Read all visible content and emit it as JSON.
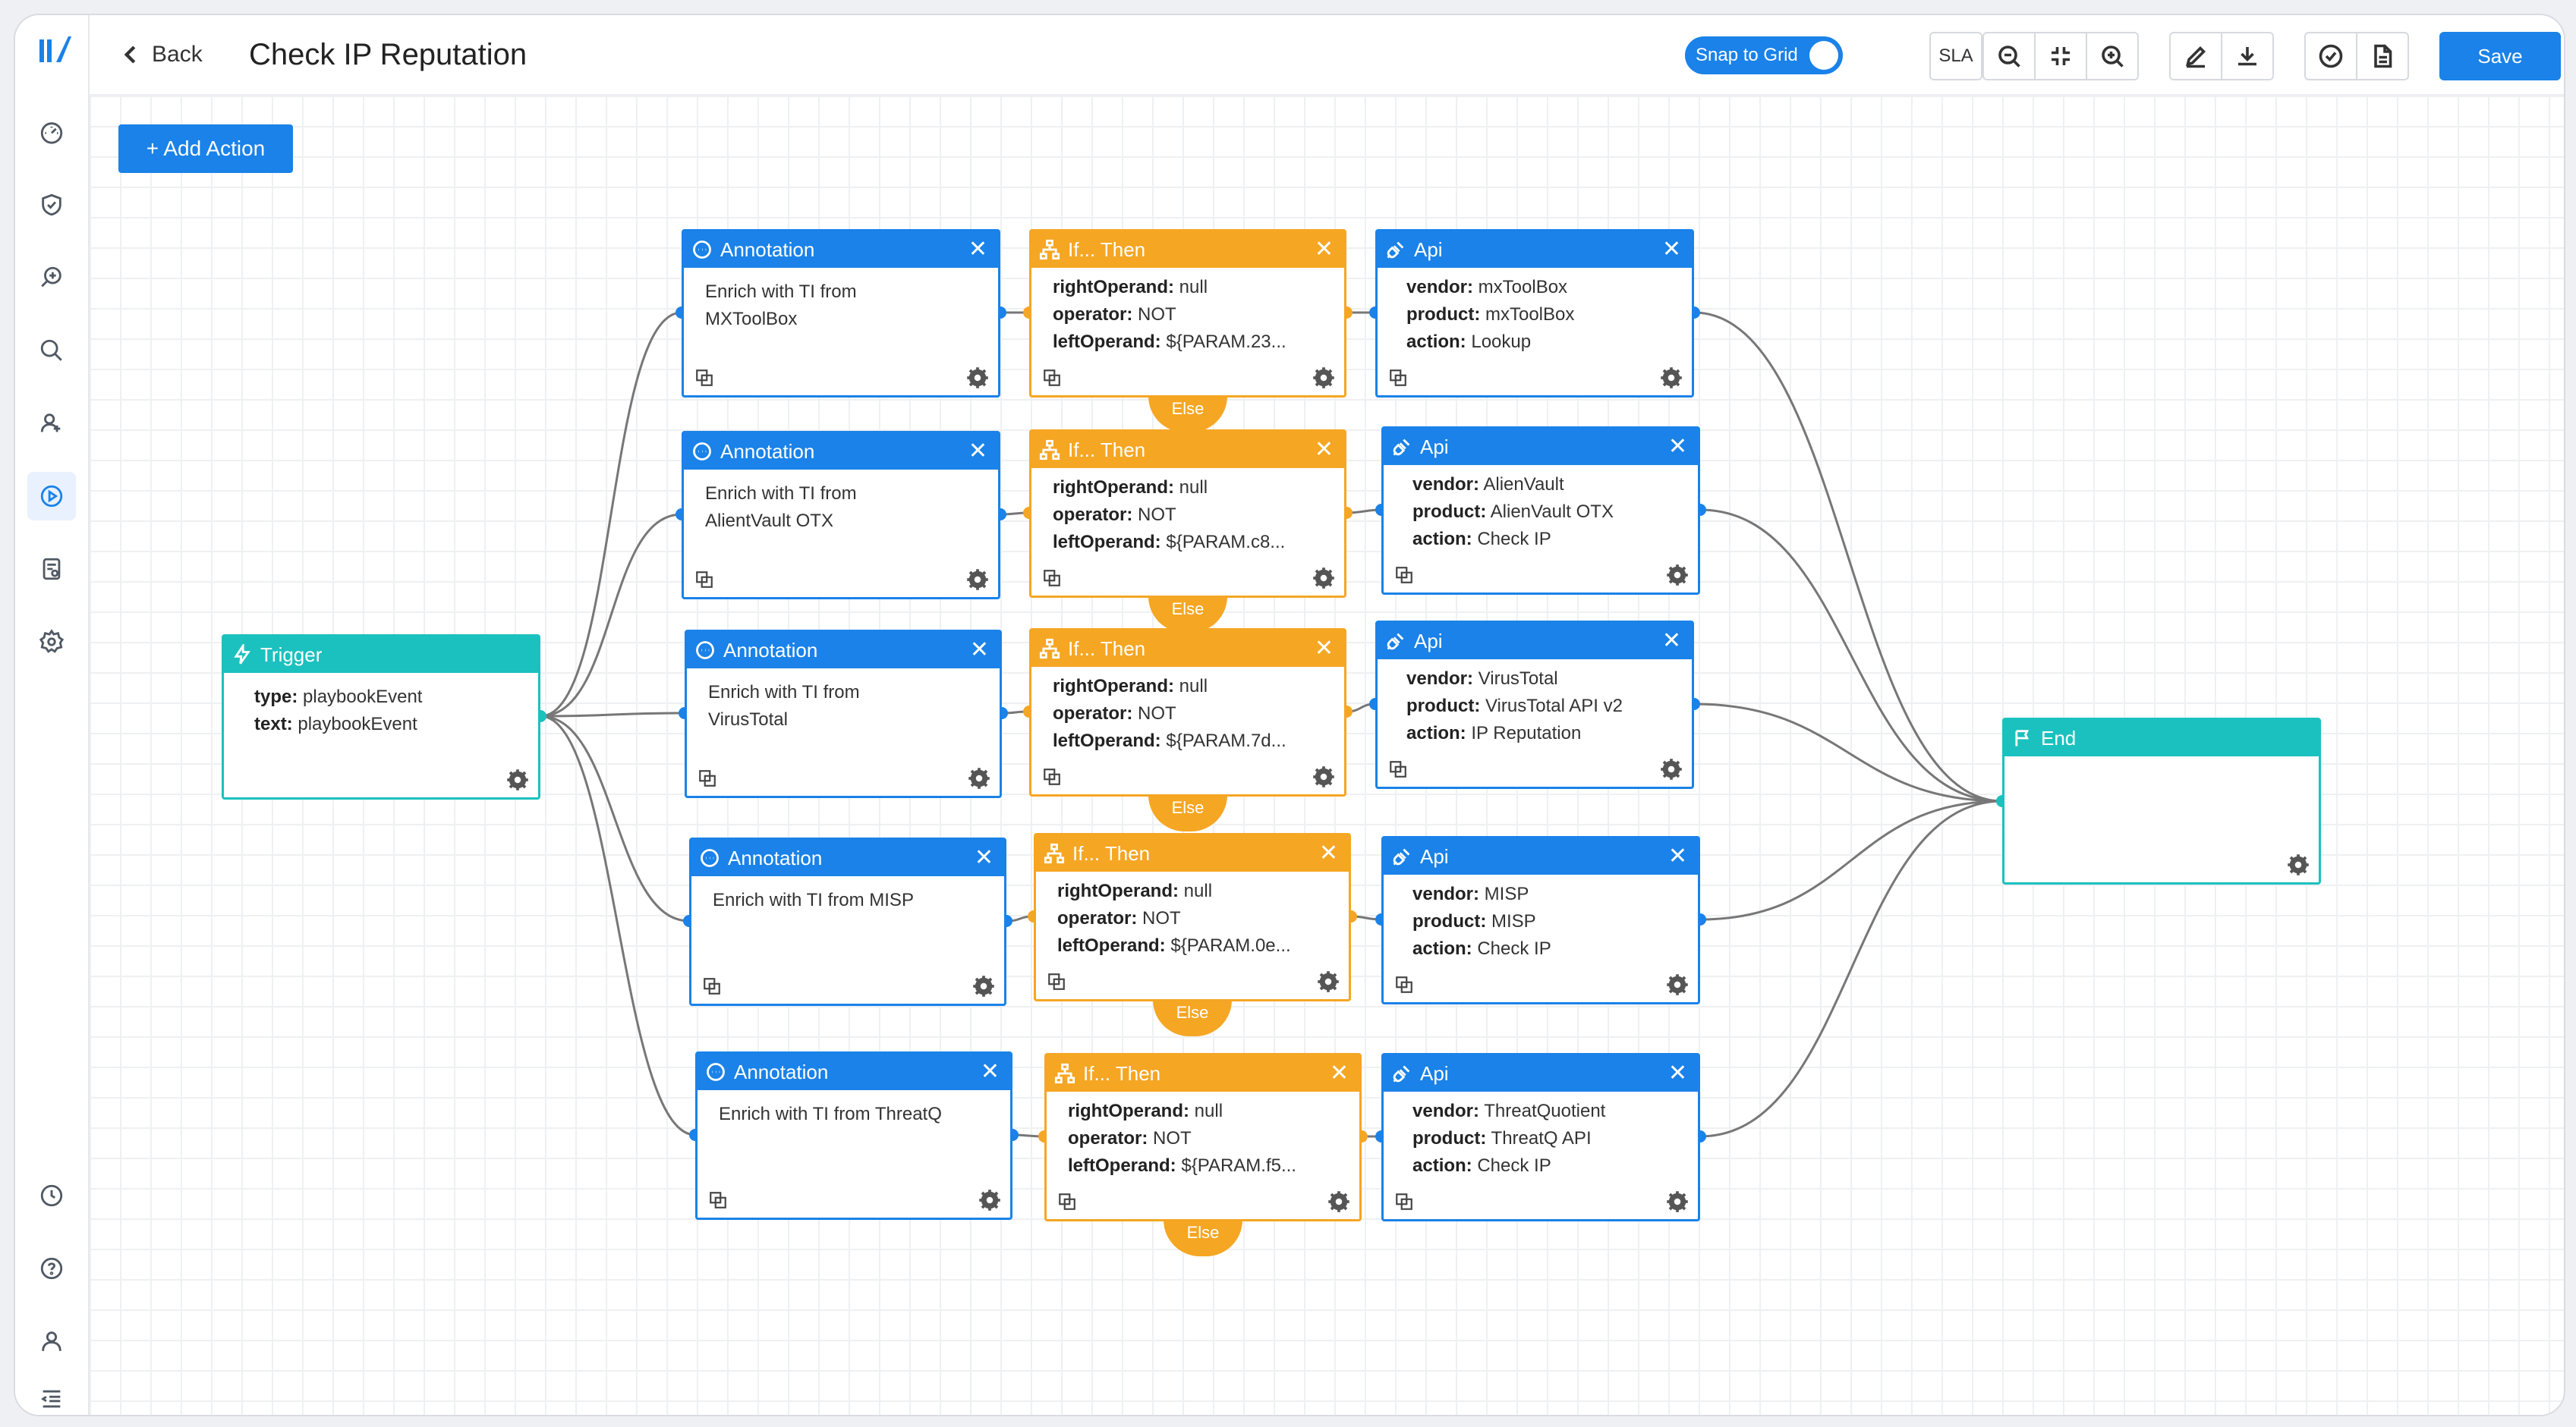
{
  "header": {
    "back_label": "Back",
    "title": "Check IP Reputation",
    "snap_label": "Snap to Grid",
    "sla_label": "SLA",
    "save_label": "Save"
  },
  "canvas": {
    "add_action_label": "+ Add Action"
  },
  "trigger": {
    "title": "Trigger",
    "lines": [
      {
        "k": "type:",
        "v": " playbookEvent"
      },
      {
        "k": "text:",
        "v": " playbookEvent"
      }
    ]
  },
  "end": {
    "title": "End"
  },
  "rows": [
    {
      "annotation": {
        "title": "Annotation",
        "text": "Enrich with TI from MXToolBox"
      },
      "ifthen": {
        "title": "If... Then",
        "right": " null",
        "operator": " NOT",
        "left": " ${PARAM.23...",
        "else": "Else"
      },
      "api": {
        "title": "Api",
        "vendor": " mxToolBox",
        "product": " mxToolBox",
        "action": " Lookup"
      }
    },
    {
      "annotation": {
        "title": "Annotation",
        "text": "Enrich with TI from AlientVault OTX"
      },
      "ifthen": {
        "title": "If... Then",
        "right": " null",
        "operator": " NOT",
        "left": " ${PARAM.c8...",
        "else": "Else"
      },
      "api": {
        "title": "Api",
        "vendor": " AlienVault",
        "product": " AlienVault OTX",
        "action": " Check IP"
      }
    },
    {
      "annotation": {
        "title": "Annotation",
        "text": "Enrich with TI from VirusTotal"
      },
      "ifthen": {
        "title": "If... Then",
        "right": " null",
        "operator": " NOT",
        "left": " ${PARAM.7d...",
        "else": "Else"
      },
      "api": {
        "title": "Api",
        "vendor": " VirusTotal",
        "product": " VirusTotal API v2",
        "action": " IP Reputation"
      }
    },
    {
      "annotation": {
        "title": "Annotation",
        "text": "Enrich with TI from MISP"
      },
      "ifthen": {
        "title": "If... Then",
        "right": " null",
        "operator": " NOT",
        "left": " ${PARAM.0e...",
        "else": "Else"
      },
      "api": {
        "title": "Api",
        "vendor": " MISP",
        "product": " MISP",
        "action": " Check IP"
      }
    },
    {
      "annotation": {
        "title": "Annotation",
        "text": "Enrich with TI from ThreatQ"
      },
      "ifthen": {
        "title": "If... Then",
        "right": " null",
        "operator": " NOT",
        "left": " ${PARAM.f5...",
        "else": "Else"
      },
      "api": {
        "title": "Api",
        "vendor": " ThreatQuotient",
        "product": " ThreatQ API",
        "action": " Check IP"
      }
    }
  ],
  "labels": {
    "right_operand": "rightOperand:",
    "operator": "operator:",
    "left_operand": "leftOperand:",
    "vendor": "vendor:",
    "product": "product:",
    "action": "action:"
  },
  "colors": {
    "primary": "#1a82e8",
    "condition": "#f5a623",
    "trigger": "#1bc1be"
  },
  "sidebar_icons": [
    "dashboard-icon",
    "shield-check-icon",
    "investigate-icon",
    "search-icon",
    "users-icon",
    "playbooks-icon",
    "reports-icon",
    "settings-icon",
    "history-icon",
    "help-icon",
    "profile-icon",
    "collapse-menu-icon"
  ]
}
